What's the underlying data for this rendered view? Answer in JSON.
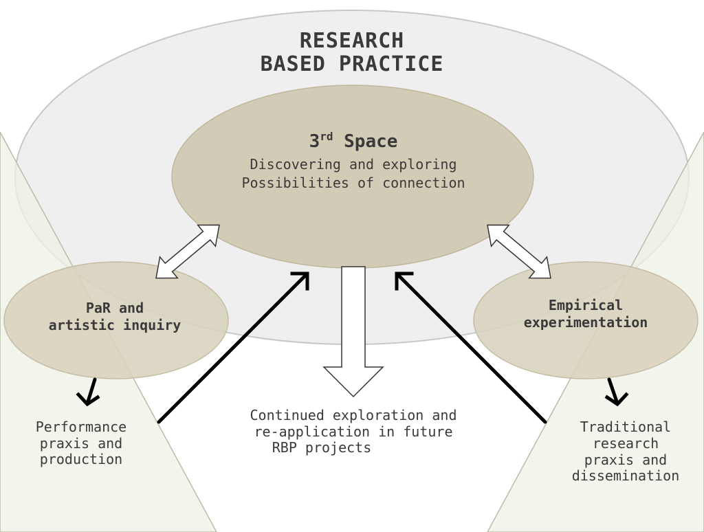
{
  "title": {
    "line1": "RESEARCH",
    "line2": "BASED PRACTICE"
  },
  "third_space": {
    "heading_main": "3",
    "heading_sup": "rd",
    "heading_rest": " Space",
    "line1": "Discovering and exploring",
    "line2": "Possibilities of connection"
  },
  "left_node": {
    "line1": "PaR and",
    "line2": "artistic inquiry"
  },
  "right_node": {
    "line1": "Empirical",
    "line2": "experimentation"
  },
  "left_outcome": {
    "line1": "Performance",
    "line2": "praxis and",
    "line3": "production"
  },
  "right_outcome": {
    "line1": "Traditional",
    "line2": "research",
    "line3": "praxis and",
    "line4": "dissemination"
  },
  "center_outcome": {
    "line1": "Continued exploration and",
    "line2": "re-application in future",
    "line3": "RBP projects"
  },
  "colors": {
    "outer_ellipse": "#efefef",
    "inner_ellipse": "#d2cbb5",
    "node_ellipse": "#d8d2bd",
    "triangle": "#eef1e6",
    "text": "#3a3a3a",
    "arrow": "#000000"
  }
}
